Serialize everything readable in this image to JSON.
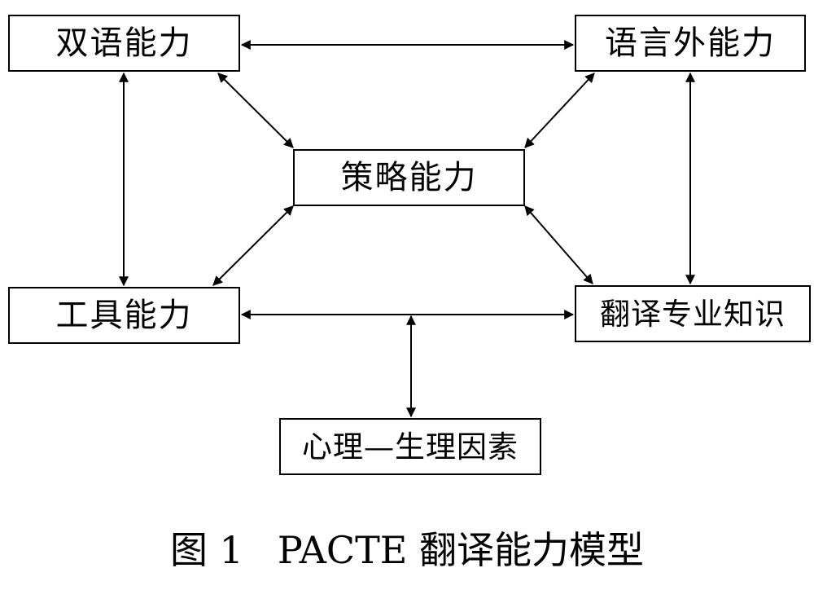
{
  "nodes": {
    "bilingual": "双语能力",
    "extralinguistic": "语言外能力",
    "strategic": "策略能力",
    "instrumental": "工具能力",
    "translation_knowledge": "翻译专业知识",
    "psycho_physiological": "心理—生理因素"
  },
  "connections": [
    [
      "bilingual",
      "extralinguistic"
    ],
    [
      "bilingual",
      "strategic"
    ],
    [
      "bilingual",
      "instrumental"
    ],
    [
      "extralinguistic",
      "strategic"
    ],
    [
      "extralinguistic",
      "translation_knowledge"
    ],
    [
      "strategic",
      "instrumental"
    ],
    [
      "strategic",
      "translation_knowledge"
    ],
    [
      "instrumental",
      "translation_knowledge"
    ],
    [
      "instrumental-knowledge-link",
      "psycho_physiological"
    ]
  ],
  "caption": {
    "label": "图 1",
    "title": "PACTE 翻译能力模型"
  }
}
